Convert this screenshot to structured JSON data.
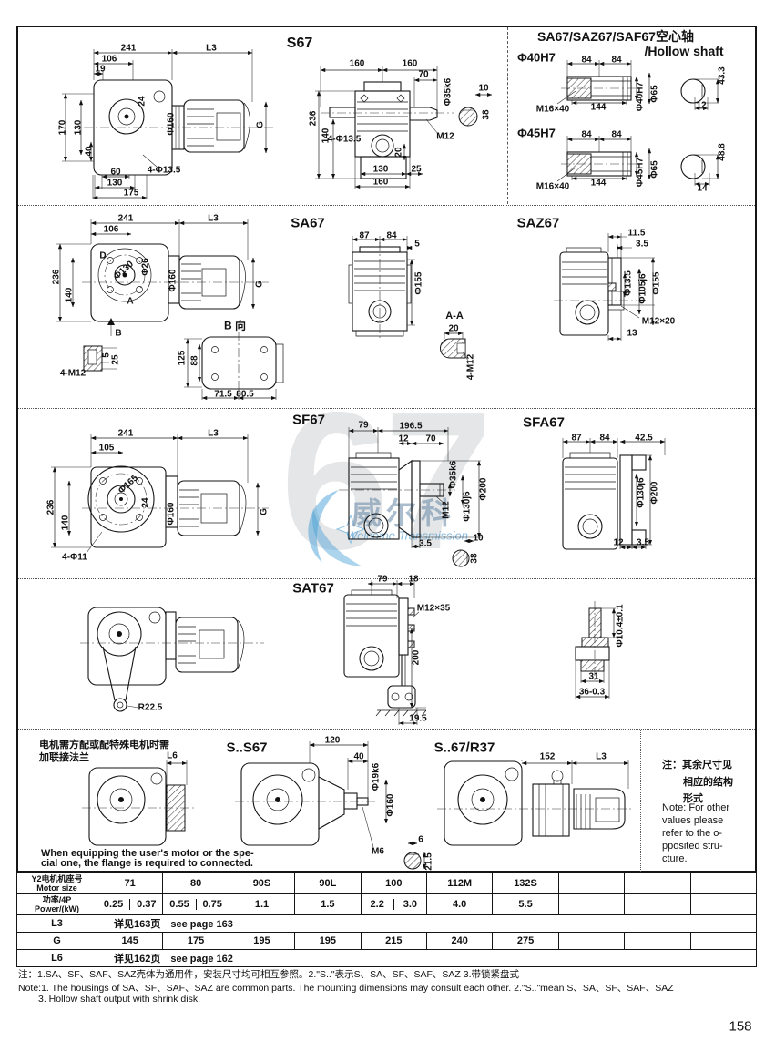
{
  "page_number": "158",
  "watermark": {
    "numeral": "67",
    "logo_cn": "威尔科",
    "logo_en": "Welcome Transmission"
  },
  "titles": {
    "s67": "S67",
    "hollow_cn": "SA67/SAZ67/SAF67空心轴",
    "hollow_en": "/Hollow shaft",
    "phi40": "Φ40H7",
    "phi45": "Φ45H7",
    "sa67": "SA67",
    "saz67": "SAZ67",
    "b_view": "B 向",
    "aa_view": "A-A",
    "sf67": "SF67",
    "sfa67": "SFA67",
    "sat67": "SAT67",
    "ss67": "S..S67",
    "s67r37": "S..67/R37"
  },
  "dims": {
    "s67_side": [
      "241",
      "106",
      "19",
      "L3",
      "170",
      "130",
      "40",
      "24",
      "Φ160",
      "G",
      "60",
      "4-Φ13.5",
      "130",
      "175"
    ],
    "s67_front": [
      "160",
      "160",
      "70",
      "Φ35k6",
      "10",
      "38",
      "M12",
      "236",
      "140",
      "4-Φ13.5",
      "20",
      "130",
      "25",
      "160"
    ],
    "hollow40": [
      "84",
      "84",
      "M16×40",
      "144",
      "Φ40H7",
      "Φ65",
      "43.3",
      "12"
    ],
    "hollow45": [
      "84",
      "84",
      "M16×40",
      "144",
      "Φ45H7",
      "Φ65",
      "48.8",
      "14"
    ],
    "sa67_side": [
      "241",
      "106",
      "L3",
      "236",
      "140",
      "Φ130",
      "Φ26",
      "Φ160",
      "G",
      "D",
      "A",
      "B",
      "4-M12",
      "5",
      "25"
    ],
    "sa67_bview": [
      "125",
      "88",
      "71.5",
      "80.5"
    ],
    "sa67_front": [
      "87",
      "84",
      "5",
      "Φ155",
      "20",
      "4-M12"
    ],
    "saz67": [
      "11.5",
      "3.5",
      "Φ13.5",
      "Φ105j6",
      "Φ155",
      "M12×20",
      "13"
    ],
    "sf67_side": [
      "241",
      "105",
      "L3",
      "236",
      "140",
      "Φ165",
      "24",
      "Φ160",
      "G",
      "4-Φ11"
    ],
    "sf67_front": [
      "79",
      "196.5",
      "12",
      "70",
      "Φ35k6",
      "Φ130j6",
      "Φ200",
      "M12",
      "3.5",
      "10",
      "38"
    ],
    "sfa67": [
      "87",
      "84",
      "42.5",
      "Φ130j6",
      "Φ200",
      "12",
      "3.5"
    ],
    "sat67": [
      "R22.5",
      "79",
      "18",
      "M12×35",
      "200",
      "19.5",
      "Φ10.4±0.1",
      "31",
      "36-0.3"
    ],
    "ss67": [
      "L6",
      "120",
      "40",
      "Φ19k6",
      "Φ160",
      "M6",
      "6",
      "21.5"
    ],
    "s67r37": [
      "152",
      "L3"
    ]
  },
  "flange_note": {
    "cn1": "电机需方配或配特殊电机时需",
    "cn2": "加联接法兰",
    "en1": "When equipping the user's motor or the spe-",
    "en2": "cial one, the flange is required to connected."
  },
  "side_note": {
    "cn1": "注：其余尺寸见",
    "cn2": "相应的结构",
    "cn3": "形式",
    "en1": "Note: For other",
    "en2": "values please",
    "en3": "refer to the o-",
    "en4": "pposited stru-",
    "en5": "cture."
  },
  "table": {
    "motor_label_cn": "Y2电机机座号",
    "motor_label_en": "Motor size",
    "power_label_cn": "功率/4P",
    "power_label_en": "Power/(kW)",
    "motor_sizes": [
      "71",
      "80",
      "90S",
      "90L",
      "100",
      "112M",
      "132S",
      "",
      "",
      ""
    ],
    "powers": [
      [
        "0.25",
        "0.37"
      ],
      [
        "0.55",
        "0.75"
      ],
      [
        "1.1"
      ],
      [
        "1.5"
      ],
      [
        "2.2",
        "3.0"
      ],
      [
        "4.0"
      ],
      [
        "5.5"
      ],
      [],
      [],
      []
    ],
    "l3_label": "L3",
    "l3_value": "详见163页　see page 163",
    "g_label": "G",
    "g_values": [
      "145",
      "175",
      "195",
      "195",
      "215",
      "240",
      "275",
      "",
      "",
      ""
    ],
    "l6_label": "L6",
    "l6_value": "详见162页　see page 162"
  },
  "footnotes": {
    "cn": "注：1.SA、SF、SAF、SAZ壳体为通用件，安装尺寸均可相互参照。2.\"S..\"表示S、SA、SF、SAF、SAZ 3.带锁紧盘式",
    "en1": "Note:1. The housings of SA、SF、SAF、SAZ are common parts. The mounting dimensions may consult each other. 2.\"S..\"mean S、SA、SF、SAF、SAZ",
    "en2": "3. Hollow shaft output with shrink disk."
  }
}
